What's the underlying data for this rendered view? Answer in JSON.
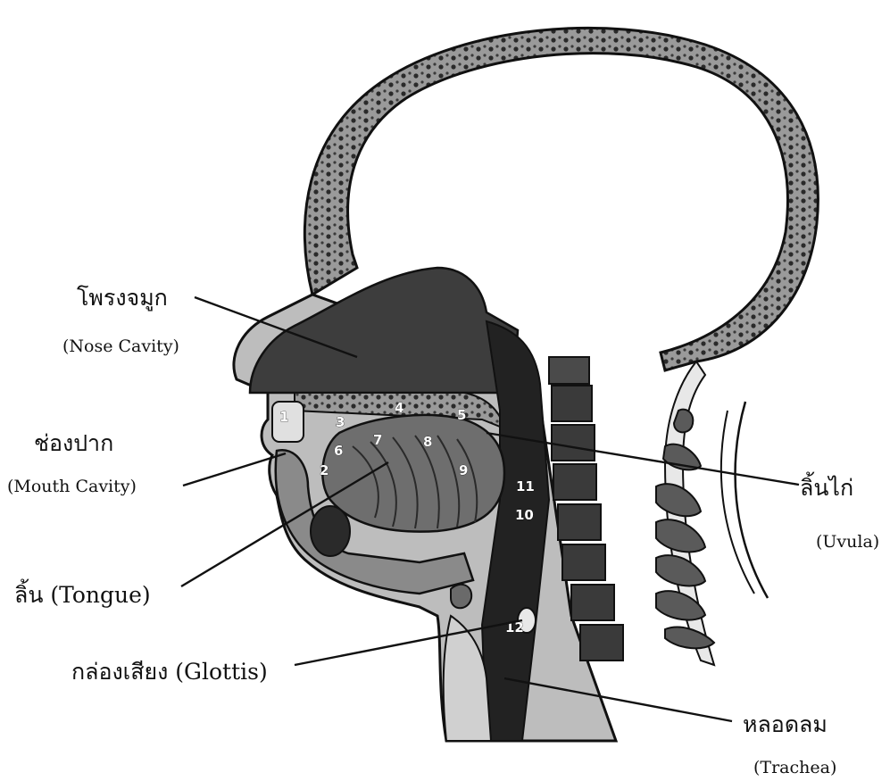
{
  "labels": {
    "nose_thai": "โพรงจมูก",
    "nose_eng": "(Nose Cavity)",
    "mouth_thai": "ช่องปาก",
    "mouth_eng": "(Mouth Cavity)",
    "tongue": "ลิ้น (Tongue)",
    "glottis": "กล่องเสียง (Glottis)",
    "uvula_thai": "ลิ้นไก่",
    "uvula_eng": "(Uvula)",
    "trachea_thai": "หลอดลม",
    "trachea_eng": "(Trachea)"
  },
  "markers": [
    "1",
    "2",
    "3",
    "4",
    "5",
    "6",
    "7",
    "8",
    "9",
    "10",
    "11",
    "12"
  ]
}
